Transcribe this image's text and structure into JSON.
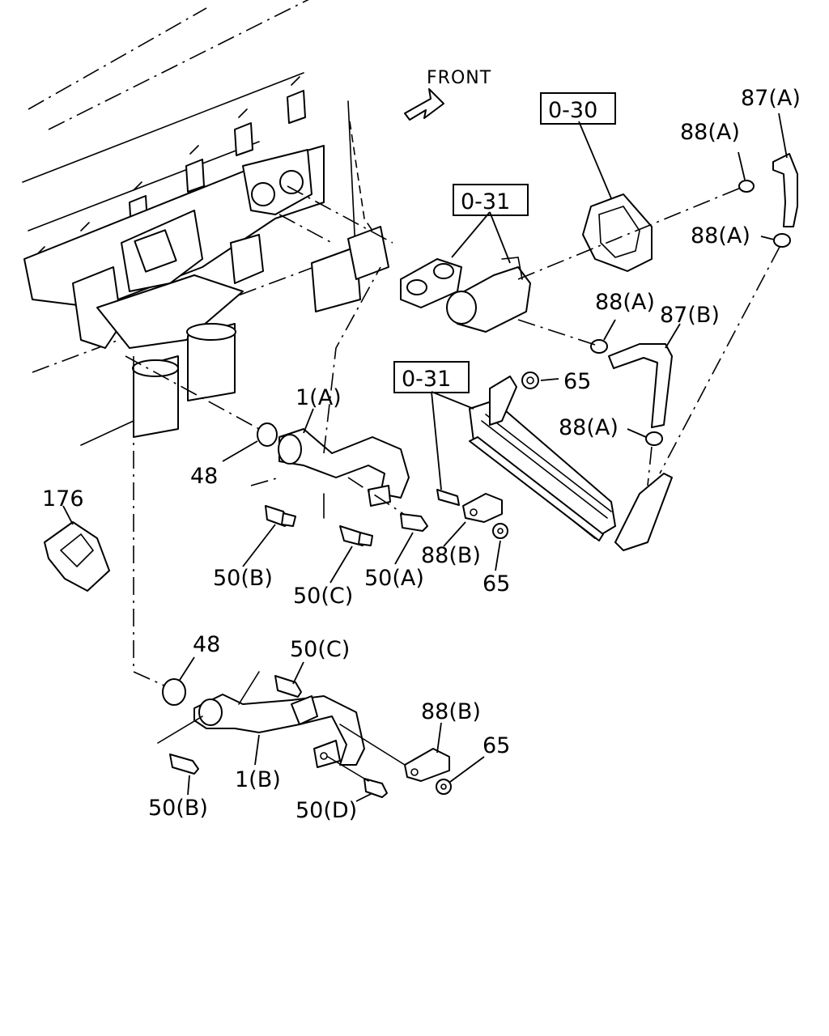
{
  "direction_label": "FRONT",
  "reference_boxes": [
    {
      "id": "ref-0-30",
      "text": "0-30"
    },
    {
      "id": "ref-0-31-upper",
      "text": "0-31"
    },
    {
      "id": "ref-0-31-lower",
      "text": "0-31"
    }
  ],
  "callouts": [
    {
      "id": "c-87a",
      "text": "87(A)"
    },
    {
      "id": "c-88a-1",
      "text": "88(A)"
    },
    {
      "id": "c-88a-2",
      "text": "88(A)"
    },
    {
      "id": "c-88a-3",
      "text": "88(A)"
    },
    {
      "id": "c-87b",
      "text": "87(B)"
    },
    {
      "id": "c-65-1",
      "text": "65"
    },
    {
      "id": "c-88a-4",
      "text": "88(A)"
    },
    {
      "id": "c-1a",
      "text": "1(A)"
    },
    {
      "id": "c-48-1",
      "text": "48"
    },
    {
      "id": "c-176",
      "text": "176"
    },
    {
      "id": "c-50b-1",
      "text": "50(B)"
    },
    {
      "id": "c-50c-1",
      "text": "50(C)"
    },
    {
      "id": "c-50a",
      "text": "50(A)"
    },
    {
      "id": "c-88b-1",
      "text": "88(B)"
    },
    {
      "id": "c-65-2",
      "text": "65"
    },
    {
      "id": "c-48-2",
      "text": "48"
    },
    {
      "id": "c-50c-2",
      "text": "50(C)"
    },
    {
      "id": "c-88b-2",
      "text": "88(B)"
    },
    {
      "id": "c-65-3",
      "text": "65"
    },
    {
      "id": "c-1b",
      "text": "1(B)"
    },
    {
      "id": "c-50b-2",
      "text": "50(B)"
    },
    {
      "id": "c-50d",
      "text": "50(D)"
    }
  ],
  "colors": {
    "ink": "#000000",
    "paper": "#ffffff"
  }
}
